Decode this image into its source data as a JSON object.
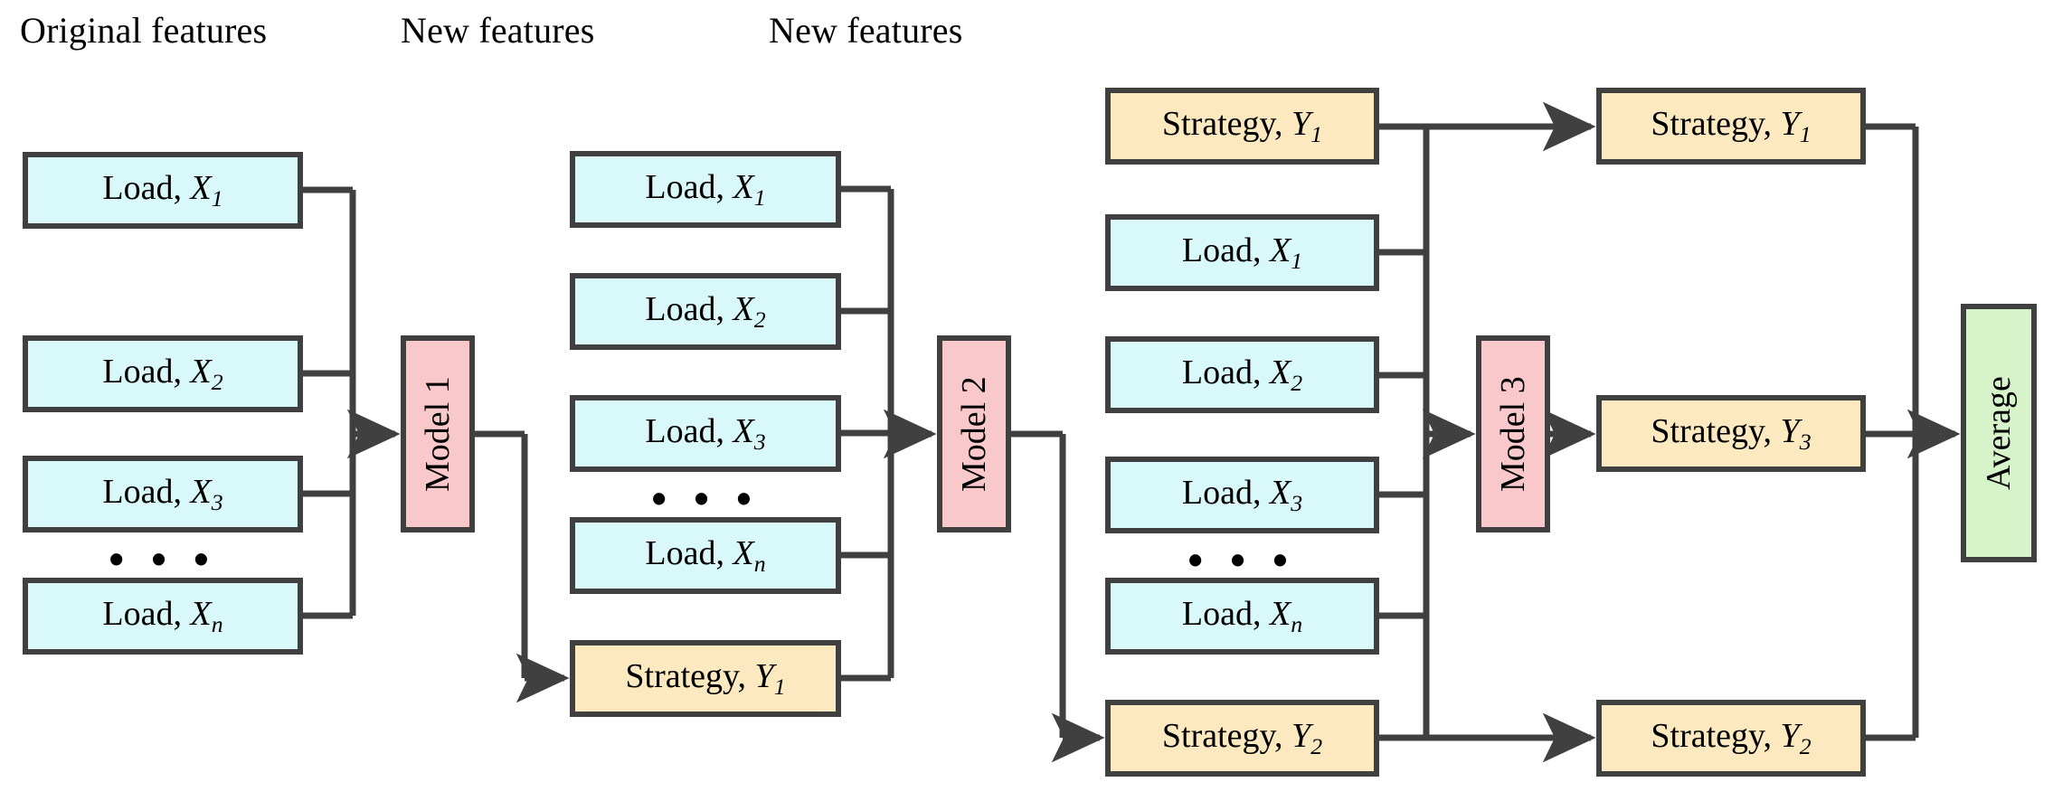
{
  "diagram": {
    "title": "Multi-stage recursive load/strategy forecasting pipeline",
    "colors": {
      "feature_box": "#d9f8f9",
      "strategy_box": "#fce9c0",
      "model_box": "#f9c8ca",
      "average_box": "#d6f3c9",
      "border": "#404040",
      "wire": "#404040",
      "background": "#ffffff"
    },
    "headers": [
      {
        "id": "header-original-features",
        "text": "Original features"
      },
      {
        "id": "header-new-features-2",
        "text": "New features"
      },
      {
        "id": "header-new-features-3",
        "text": "New features"
      }
    ],
    "ellipsis": "• • •",
    "column1": {
      "header": "Original features",
      "boxes": [
        {
          "prefix": "Load, ",
          "var": "X",
          "sub": "1",
          "kind": "feature"
        },
        {
          "prefix": "Load, ",
          "var": "X",
          "sub": "2",
          "kind": "feature"
        },
        {
          "prefix": "Load, ",
          "var": "X",
          "sub": "3",
          "kind": "feature"
        },
        {
          "prefix": "Load, ",
          "var": "X",
          "sub": "n",
          "kind": "feature"
        }
      ]
    },
    "model1": {
      "label": "Model 1",
      "kind": "model"
    },
    "column2": {
      "header": "New features",
      "boxes": [
        {
          "prefix": "Load, ",
          "var": "X",
          "sub": "1",
          "kind": "feature"
        },
        {
          "prefix": "Load, ",
          "var": "X",
          "sub": "2",
          "kind": "feature"
        },
        {
          "prefix": "Load, ",
          "var": "X",
          "sub": "3",
          "kind": "feature"
        },
        {
          "prefix": "Load, ",
          "var": "X",
          "sub": "n",
          "kind": "feature"
        },
        {
          "prefix": "Strategy, ",
          "var": "Y",
          "sub": "1",
          "kind": "strategy"
        }
      ]
    },
    "model2": {
      "label": "Model 2",
      "kind": "model"
    },
    "column3": {
      "header": "New features",
      "boxes": [
        {
          "prefix": "Strategy, ",
          "var": "Y",
          "sub": "1",
          "kind": "strategy"
        },
        {
          "prefix": "Load, ",
          "var": "X",
          "sub": "1",
          "kind": "feature"
        },
        {
          "prefix": "Load, ",
          "var": "X",
          "sub": "2",
          "kind": "feature"
        },
        {
          "prefix": "Load, ",
          "var": "X",
          "sub": "3",
          "kind": "feature"
        },
        {
          "prefix": "Load, ",
          "var": "X",
          "sub": "n",
          "kind": "feature"
        },
        {
          "prefix": "Strategy, ",
          "var": "Y",
          "sub": "2",
          "kind": "strategy"
        }
      ]
    },
    "model3": {
      "label": "Model 3",
      "kind": "model"
    },
    "outputs": [
      {
        "prefix": "Strategy, ",
        "var": "Y",
        "sub": "1",
        "kind": "strategy"
      },
      {
        "prefix": "Strategy, ",
        "var": "Y",
        "sub": "3",
        "kind": "strategy"
      },
      {
        "prefix": "Strategy, ",
        "var": "Y",
        "sub": "2",
        "kind": "strategy"
      }
    ],
    "average": {
      "label": "Average",
      "kind": "average"
    }
  }
}
